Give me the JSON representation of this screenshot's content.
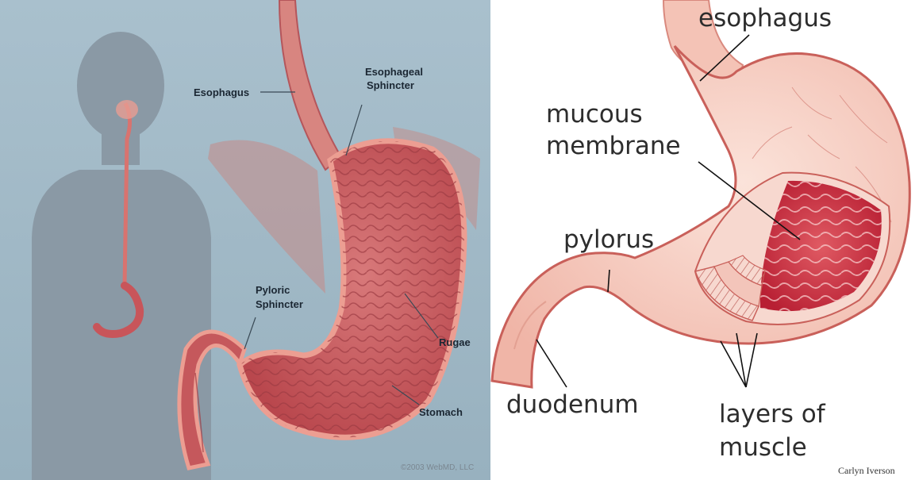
{
  "left_diagram": {
    "labels": {
      "esophagus": "Esophagus",
      "esophageal_sphincter_line1": "Esophageal",
      "esophageal_sphincter_line2": "Sphincter",
      "pyloric_sphincter_line1": "Pyloric",
      "pyloric_sphincter_line2": "Sphincter",
      "rugae": "Rugae",
      "stomach": "Stomach"
    },
    "copyright": "©2003 WebMD, LLC",
    "colors": {
      "background": "#9fb8c6",
      "silhouette": "#8796a2",
      "tissue": "#c95b5e",
      "tissue_light": "#e9a49c"
    }
  },
  "right_diagram": {
    "labels": {
      "esophagus": "esophagus",
      "mucous_line1": "mucous",
      "mucous_line2": "membrane",
      "pylorus": "pylorus",
      "duodenum": "duodenum",
      "layers_line1": "layers of",
      "layers_line2": "muscle"
    },
    "signature": "Carlyn Iverson",
    "colors": {
      "outer": "#f6cfc4",
      "outline": "#c9605a",
      "mucosa": "#c8283a",
      "background": "#ffffff"
    }
  }
}
